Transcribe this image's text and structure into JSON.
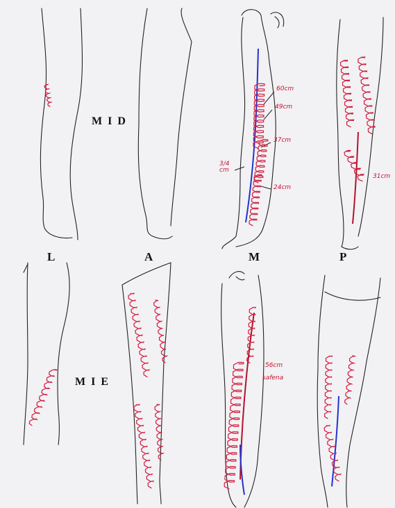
{
  "colors": {
    "paper": "#f2f1f4",
    "ink": "#222222",
    "varicose": "#d01b3c",
    "saphenous_blue": "#2233cc",
    "saphenous_red": "#b3122b"
  },
  "row_labels": {
    "right": "M I D",
    "left": "M I E"
  },
  "column_labels": [
    "L",
    "A",
    "M",
    "P"
  ],
  "annotations": {
    "right_medial": [
      "60cm",
      "49cm",
      "37cm",
      "3/4 cm",
      "24cm"
    ],
    "right_posterior": [
      "31cm"
    ],
    "left_medial": [
      "56cm",
      "safena"
    ]
  }
}
